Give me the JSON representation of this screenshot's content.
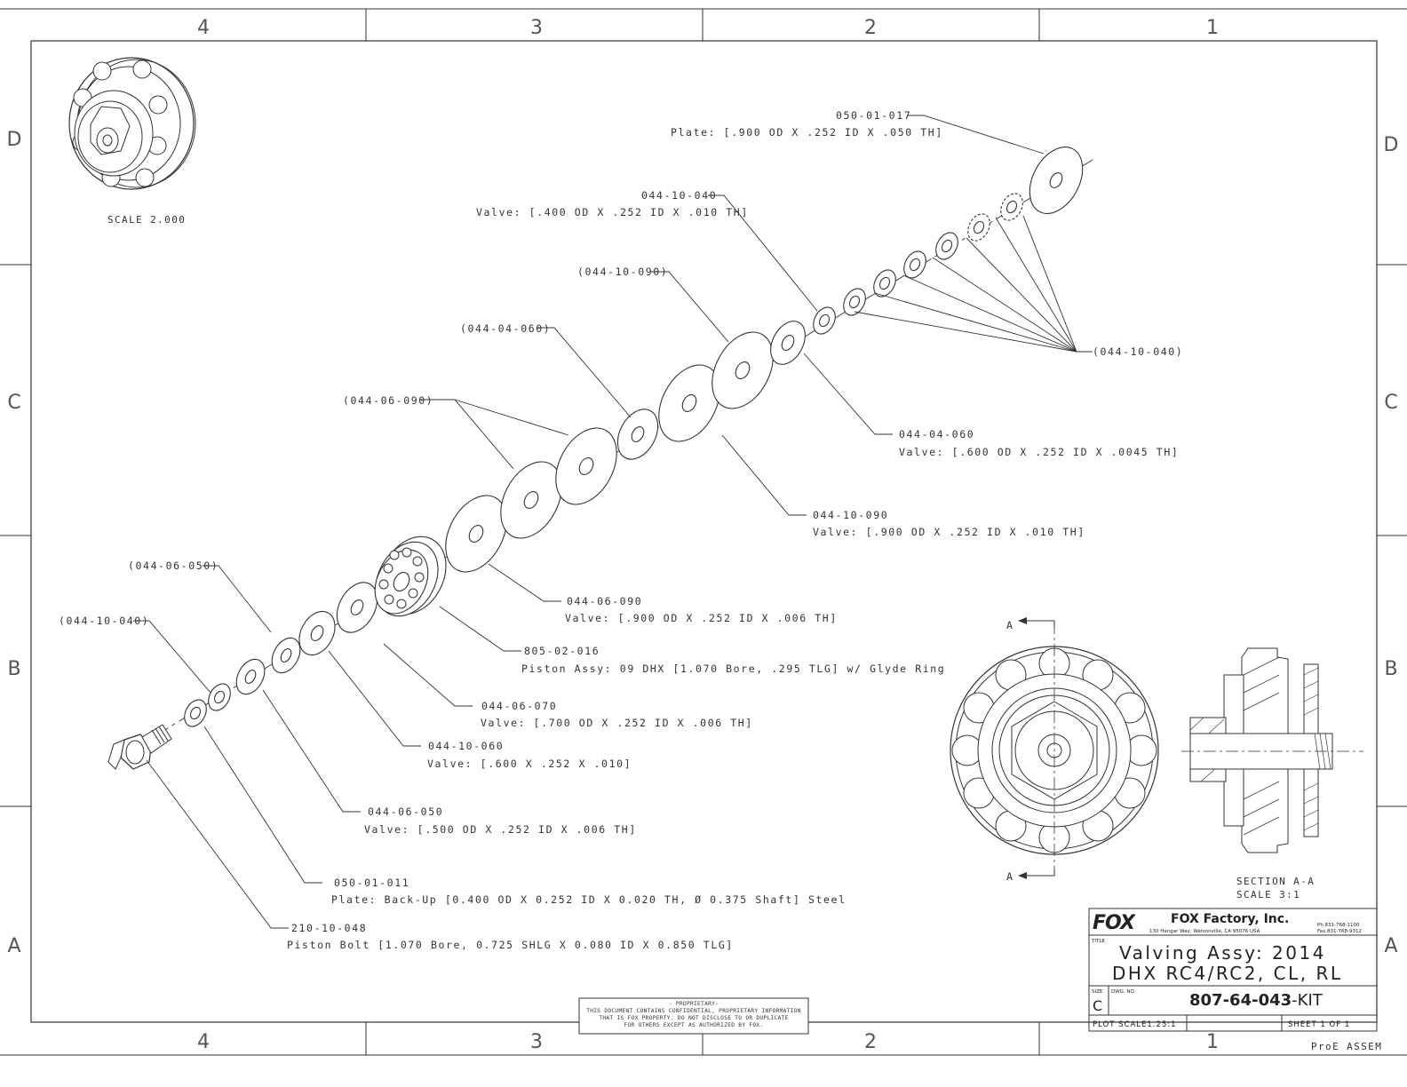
{
  "zones": {
    "columns": [
      "4",
      "3",
      "2",
      "1"
    ],
    "rows": [
      "D",
      "C",
      "B",
      "A"
    ]
  },
  "detail_view": {
    "scale": "SCALE  2.000"
  },
  "callouts": [
    {
      "part": "050-01-017",
      "desc": "Plate: [.900 OD X .252 ID X .050 TH]"
    },
    {
      "part": "044-10-040",
      "desc": "Valve: [.400 OD X .252 ID X .010 TH]"
    },
    {
      "part": "(044-10-090)",
      "desc": ""
    },
    {
      "part": "(044-04-060)",
      "desc": ""
    },
    {
      "part": "(044-06-090)",
      "desc": ""
    },
    {
      "part": "(044-10-040)",
      "desc": ""
    },
    {
      "part": "044-04-060",
      "desc": "Valve: [.600 OD X .252 ID X .0045 TH]"
    },
    {
      "part": "044-10-090",
      "desc": "Valve: [.900 OD X .252 ID X .010 TH]"
    },
    {
      "part": "(044-06-050)",
      "desc": ""
    },
    {
      "part": "(044-10-040)",
      "desc": ""
    },
    {
      "part": "044-06-090",
      "desc": "Valve: [.900 OD X .252 ID X .006 TH]"
    },
    {
      "part": "805-02-016",
      "desc": "Piston Assy: 09 DHX [1.070 Bore, .295 TLG] w/ Glyde Ring"
    },
    {
      "part": "044-06-070",
      "desc": "Valve: [.700 OD X .252 ID X .006 TH]"
    },
    {
      "part": "044-10-060",
      "desc": "Valve: [.600 X .252 X .010]"
    },
    {
      "part": "044-06-050",
      "desc": "Valve: [.500 OD X .252 ID X .006 TH]"
    },
    {
      "part": "050-01-011",
      "desc": "Plate: Back-Up [0.400 OD X 0.252 ID X 0.020 TH, Ø 0.375 Shaft] Steel"
    },
    {
      "part": "210-10-048",
      "desc": "Piston Bolt [1.070 Bore, 0.725 SHLG X 0.080 ID X 0.850 TLG]"
    }
  ],
  "section": {
    "marker": "A",
    "title": "SECTION  A-A",
    "scale": "SCALE  3:1"
  },
  "proprietary": [
    "- PROPRIETARY-",
    "THIS DOCUMENT CONTAINS CONFIDENTIAL, PROPRIETARY INFORMATION",
    "THAT IS FOX PROPERTY.  DO NOT DISCLOSE TO OR DUPLICATE",
    "FOR OTHERS EXCEPT AS AUTHORIZED BY FOX."
  ],
  "title_block": {
    "logo": "FOX",
    "company": "FOX Factory, Inc.",
    "address": "130 Hangar Way, Watsonville, CA 95076 USA",
    "phone": "Ph 831-768-1100",
    "fax": "Fax 831-768-9312",
    "title_label": "TITLE",
    "title_line1": "Valving Assy: 2014",
    "title_line2": "DHX RC4/RC2, CL, RL",
    "size_label": "SIZE",
    "size": "C",
    "dwg_label": "DWG. NO.",
    "dwg_no": "807-64-043",
    "dwg_suffix": "-KIT",
    "plot_scale": "PLOT SCALE1.25:1",
    "sheet": "SHEET 1 OF 1"
  },
  "footer": "ProE ASSEM"
}
